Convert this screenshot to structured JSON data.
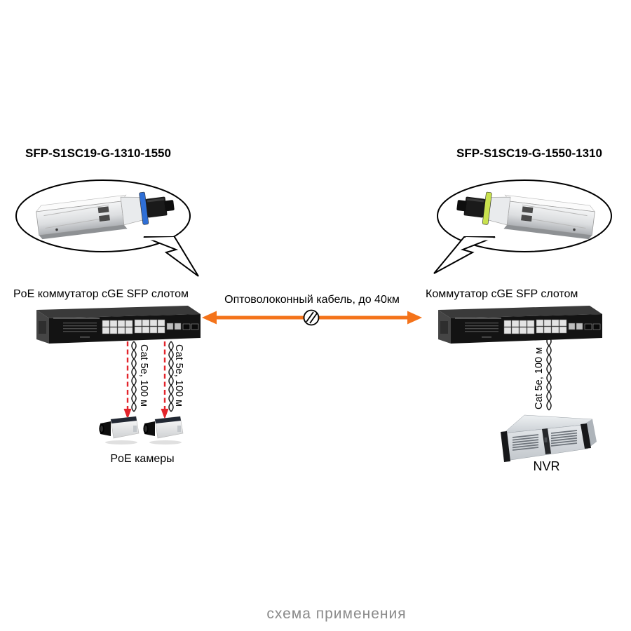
{
  "diagram": {
    "caption": "схема применения"
  },
  "modules": {
    "left": {
      "label": "SFP-S1SC19-G-1310-1550",
      "latch_color": "#2f6fd6"
    },
    "right": {
      "label": "SFP-S1SC19-G-1550-1310",
      "latch_color": "#c9e24e"
    }
  },
  "switches": {
    "left": {
      "label": "PoE коммутатор сGE SFP слотом"
    },
    "right": {
      "label": "Коммутатор сGE SFP слотом"
    }
  },
  "fiber": {
    "label": "Оптоволоконный кабель, до 40км",
    "color": "#f4731a"
  },
  "utp": {
    "label": "Cat 5e, 100 м",
    "arrow_color": "#e3242b"
  },
  "cameras": {
    "label": "PoE камеры",
    "count": 2
  },
  "nvr": {
    "label": "NVR"
  }
}
